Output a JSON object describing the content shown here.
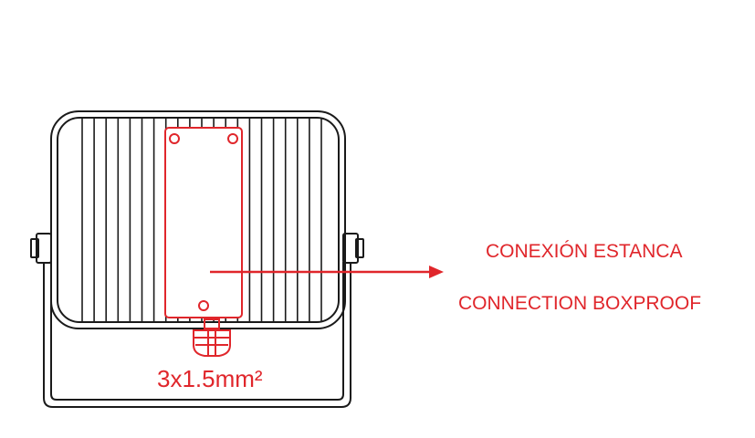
{
  "labels": {
    "connection_es": "CONEXIÓN ESTANCA",
    "connection_en": "CONNECTION BOXPROOF",
    "wire_spec": "3x1.5mm²"
  },
  "colors": {
    "outline": "#1a1a1a",
    "accent": "#e0262b"
  }
}
